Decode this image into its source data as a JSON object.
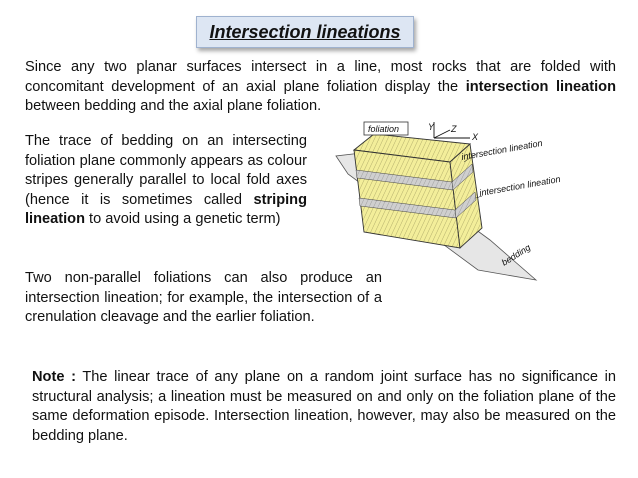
{
  "title": "Intersection lineations",
  "intro": {
    "t1": "Since any two planar surfaces intersect in a line, most rocks that are folded with concomitant development of an axial plane foliation display the ",
    "b1": "intersection lineation",
    "t2": " between bedding and the axial plane foliation."
  },
  "trace": {
    "t1": "The trace of bedding on an intersecting foliation plane commonly appears as colour stripes generally parallel to local fold axes (hence it is sometimes called ",
    "b1": "striping lineation",
    "t2": " to avoid using a genetic term)"
  },
  "nonparallel": "Two non-parallel foliations can also produce an intersection lineation; for example, the intersection of a crenulation cleavage and the earlier foliation.",
  "note": {
    "label": "Note :",
    "text": " The linear trace of any plane on a random joint surface has no significance in structural analysis; a lineation must be measured on and only on the foliation plane of the same deformation episode. Intersection lineation, however, may also be measured on the bedding plane."
  },
  "figure": {
    "foliation": "foliation",
    "y": "Y",
    "z": "Z",
    "x": "X",
    "intersection_lineation_1": "intersection lineation",
    "intersection_lineation_2": "intersection lineation",
    "bedding": "bedding",
    "colors": {
      "yellow_band": "#f3ee9a",
      "grey_band": "#c9c9c9",
      "outline": "#333333"
    }
  }
}
